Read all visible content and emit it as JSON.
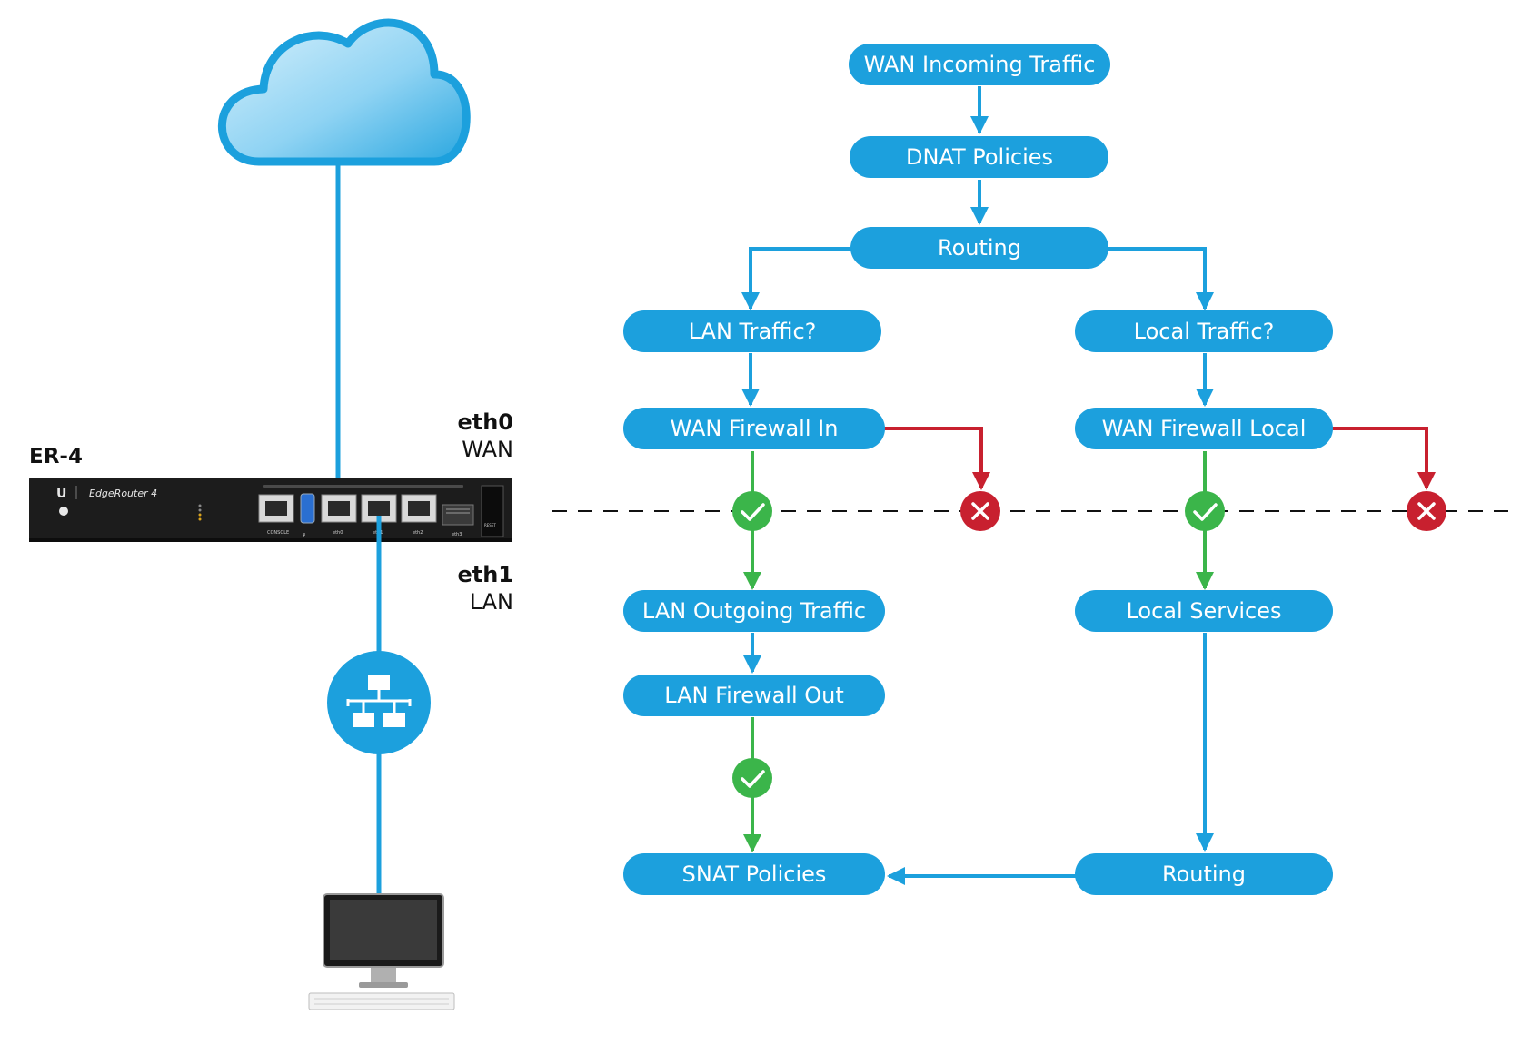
{
  "device": {
    "name": "ER-4",
    "brand_text": "EdgeRouter 4",
    "port_labels": [
      "CONSOLE",
      "eth0",
      "eth1",
      "eth2",
      "eth3",
      "RESET"
    ],
    "wan_port": {
      "name": "eth0",
      "role": "WAN"
    },
    "lan_port": {
      "name": "eth1",
      "role": "LAN"
    }
  },
  "flow": {
    "wan_incoming": "WAN Incoming Traffic",
    "dnat": "DNAT Policies",
    "routing_top": "Routing",
    "lan_traffic": "LAN Traffic?",
    "local_traffic": "Local Traffic?",
    "wan_fw_in": "WAN Firewall In",
    "wan_fw_local": "WAN Firewall Local",
    "lan_outgoing": "LAN Outgoing Traffic",
    "local_services": "Local Services",
    "lan_fw_out": "LAN Firewall Out",
    "snat": "SNAT Policies",
    "routing_bottom": "Routing"
  },
  "icons": {
    "cloud": "cloud-icon",
    "switch": "network-switch-icon",
    "computer": "desktop-computer-icon",
    "accept": "check-icon",
    "drop": "x-icon"
  },
  "colors": {
    "blue": "#1ca0dd",
    "green": "#3bb54a",
    "red": "#c8202f",
    "router": "#1c1c1c"
  }
}
